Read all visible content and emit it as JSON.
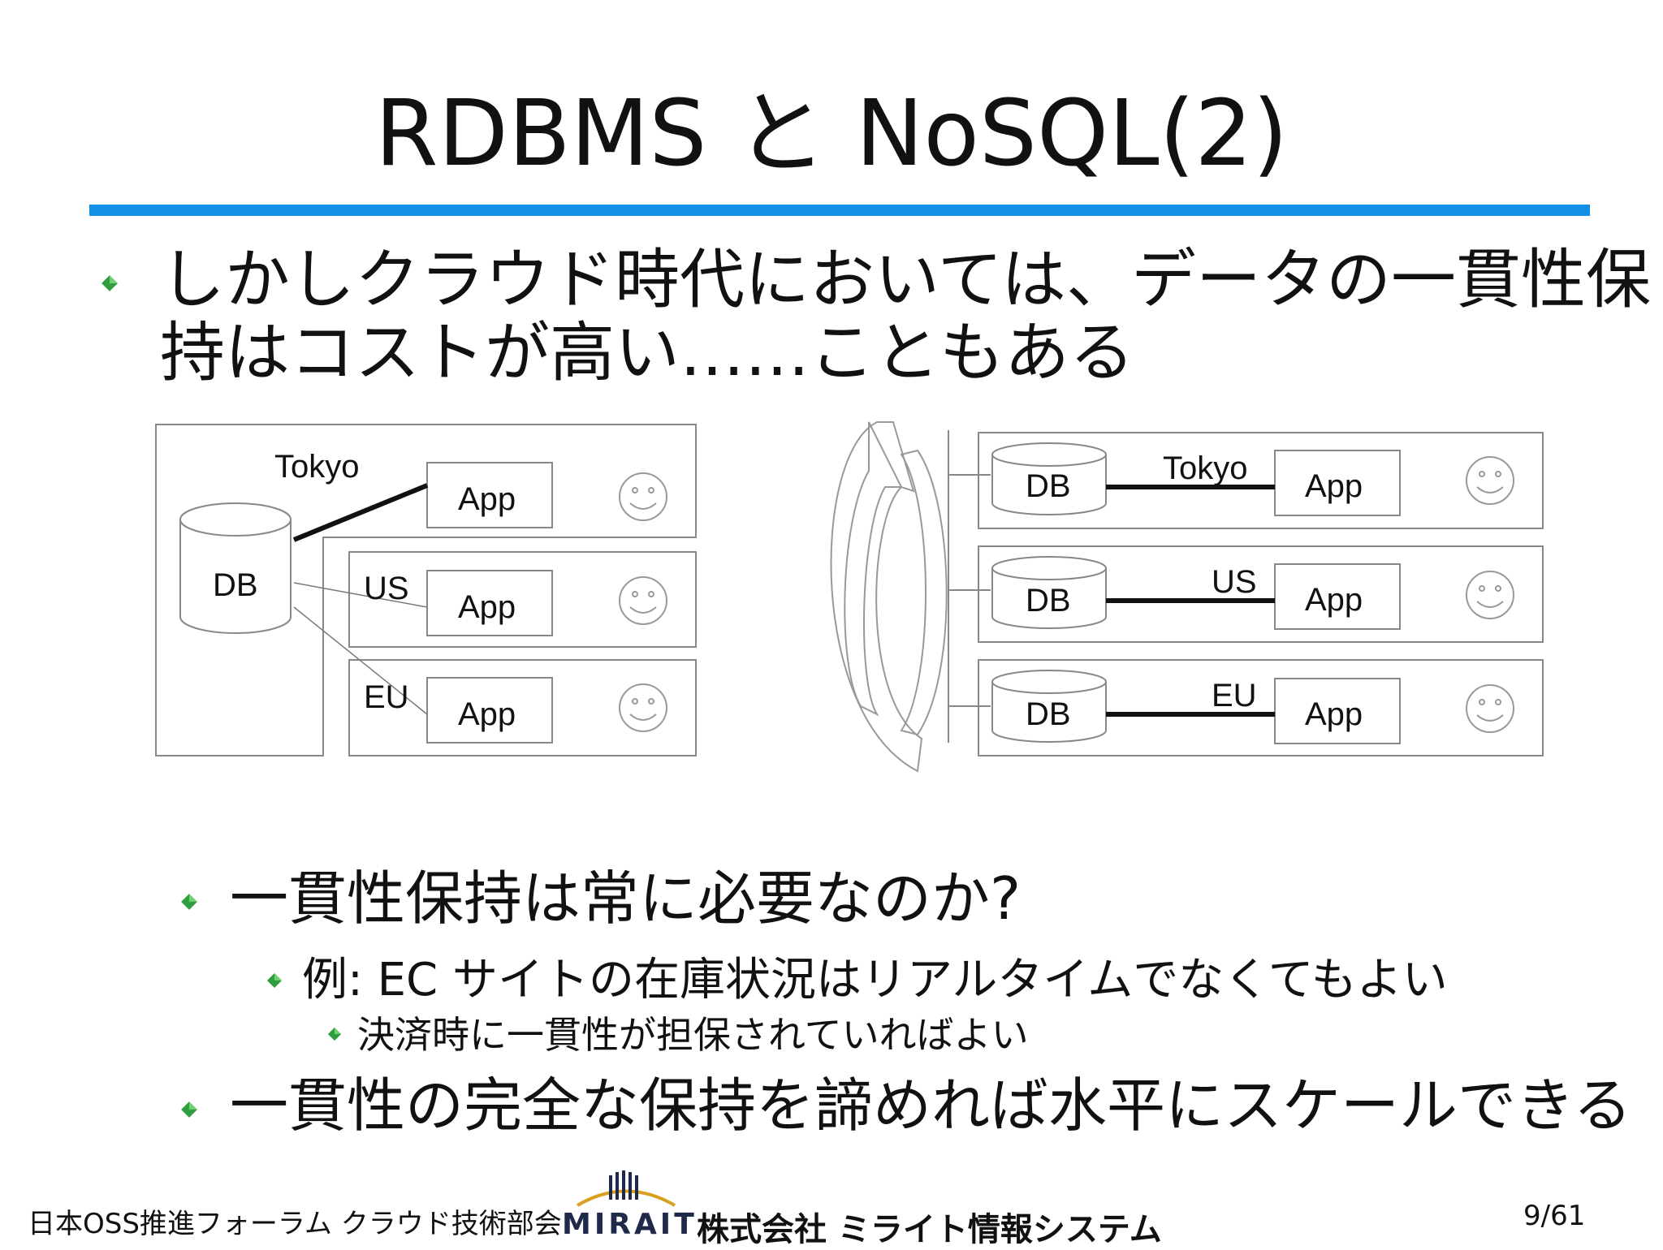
{
  "slide": {
    "title": "RDBMS と NoSQL(2)",
    "accent_color": "#1390e6",
    "bullet_color": "#2e9e3e"
  },
  "bullets": {
    "b1_line1": "しかしクラウド時代においては、データの一貫性保",
    "b1_line2": "持はコストが高い……こともある",
    "b2": "一貫性保持は常に必要なのか?",
    "b3": "例: EC サイトの在庫状況はリアルタイムでなくてもよい",
    "b4": "決済時に一貫性が担保されていればよい",
    "b5": "一貫性の完全な保持を諦めれば水平にスケールできる"
  },
  "diagram_left": {
    "db_label": "DB",
    "regions": [
      "Tokyo",
      "US",
      "EU"
    ],
    "app_label": "App",
    "user_icon": "smiley-icon"
  },
  "diagram_right": {
    "db_label": "DB",
    "regions": [
      "Tokyo",
      "US",
      "EU"
    ],
    "app_label": "App",
    "user_icon": "smiley-icon",
    "sync_icon": "circular-sync-arrows-icon"
  },
  "footer": {
    "organization": "日本OSS推進フォーラム クラウド技術部会",
    "logo_word": "MIRAIT",
    "company": "株式会社 ミライト情報システム",
    "page": "9/61"
  }
}
